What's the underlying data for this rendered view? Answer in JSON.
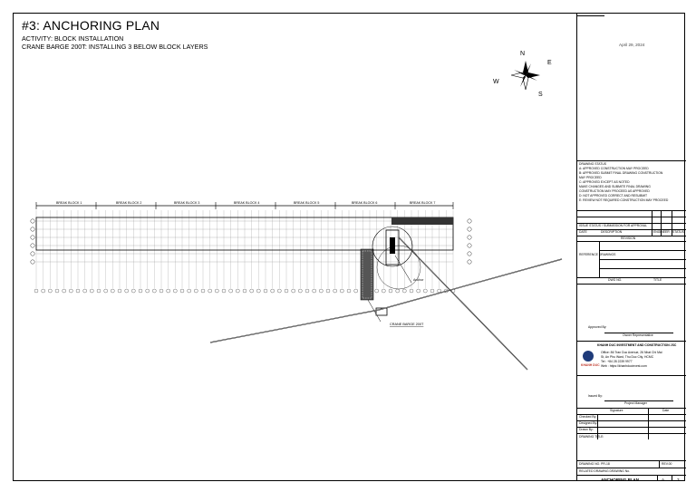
{
  "header": {
    "title": "#3:  ANCHORING PLAN",
    "activity": "ACTIVITY: BLOCK INSTALLATION",
    "crane": "CRANE BARGE 200T: INSTALLING 3 BELOW BLOCK LAYERS"
  },
  "drawing": {
    "compass": {
      "n": "N",
      "e": "E",
      "s": "S",
      "w": "W"
    },
    "block_labels": [
      "BREAK BLOCK 1",
      "BREAK BLOCK 2",
      "BREAK BLOCK 3",
      "BREAK BLOCK 4",
      "BREAK BLOCK 5",
      "BREAK BLOCK 6",
      "BREAK BLOCK 7"
    ],
    "crane_label": "CRANE BARGE 200T",
    "anchor_label": "Anchor",
    "colors": {
      "line": "#000000",
      "accent": "#c0392b",
      "grid": "#8a8a8a"
    }
  },
  "title_block": {
    "date": "April 29, 2024",
    "drawing_status_title": "DRAWING STATUS",
    "status_lines": [
      "A: APPROVED CONSTRUCTION MAY PROCEED",
      "B: APPROVED SUBMIT FINAL DRAWING CONSTRUCTION",
      "MAY PROCEED",
      "C: APPROVED EXCEPT AS NOTED",
      "   MAKE CHANGES AND SUBMITE FINAL DRAWING",
      "   CONSTRUCTION MAY PROCEED AS APPROVED",
      "D: NOT APPROVED CORRECT AND RESUBMIT",
      "E: REVIEW NOT REQUIRED CONSTRUCTION MAY PROCEED"
    ],
    "revision_row_label": "ISSUE STATUS / SUBMISSION FOR APPROVAL",
    "rev_headers": [
      "DATE",
      "DESCRIPTION",
      "ENGINEER",
      "STATUS"
    ],
    "revision_title": "REVISION",
    "reference_label": "REFERENCE DRAWINGS",
    "ref_headers": [
      "DWG NO.",
      "TITLE"
    ],
    "approved_by": "Approved By:",
    "approved_role": "Owner Representative",
    "company_name": "KHANH DUC INVESTMENT AND CONSTRUCTION JSC",
    "company_address": [
      "Office: 86 Tran Duc Avenue, 26 Nhat Chi Mai",
      "St, An Phu Ward, Thu Duc City, HCMC",
      "Tel      : +84 28 2239 9977",
      "Web     : https://khanhducinvest.com"
    ],
    "company_logo_text": "KHANH DUC",
    "issued_by": "Issued By:",
    "issued_role": "Project Manager",
    "sig_headers": [
      "Signature",
      "Date"
    ],
    "sig_rows": [
      "Checked By:",
      "Designed By:",
      "Drawn By:"
    ],
    "drawing_title_label": "DRAWING TITLE:",
    "drawing_no": "DRAWING NO. PR-18",
    "rev_no": "REV.00",
    "related_drawing": "RELATED DRAWING DRAWING No.",
    "sheet_title": "ANCHORING PLAN",
    "size": "A",
    "sheet_no": "3"
  }
}
